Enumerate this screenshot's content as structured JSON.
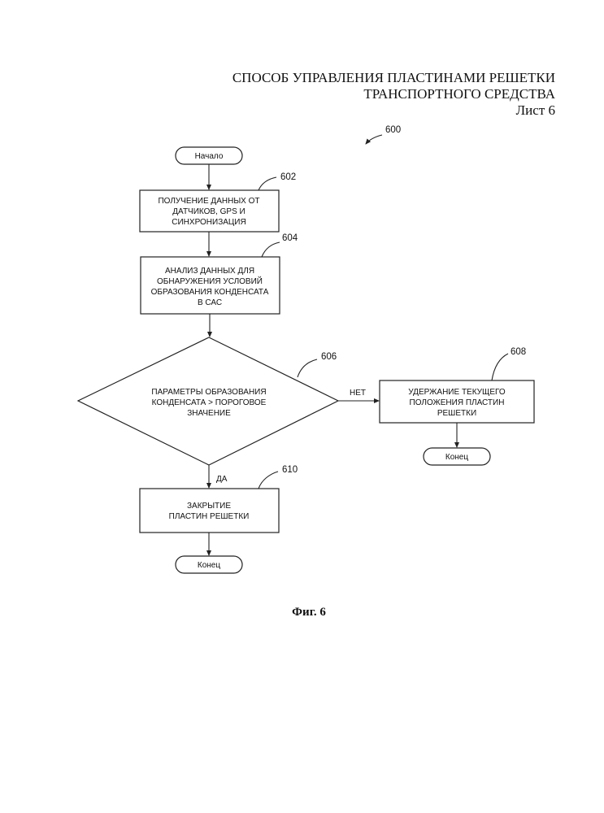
{
  "header": {
    "title_line1": "СПОСОБ УПРАВЛЕНИЯ ПЛАСТИНАМИ  РЕШЕТКИ",
    "title_line2": "ТРАНСПОРТНОГО СРЕДСТВА",
    "sheet": "Лист 6"
  },
  "figure_ref": "600",
  "nodes": {
    "start": {
      "label": "Начало"
    },
    "step602": {
      "ref": "602",
      "lines": [
        "ПОЛУЧЕНИЕ ДАННЫХ ОТ",
        "ДАТЧИКОВ, GPS И",
        "СИНХРОНИЗАЦИЯ"
      ]
    },
    "step604": {
      "ref": "604",
      "lines": [
        "АНАЛИЗ ДАННЫХ ДЛЯ",
        "ОБНАРУЖЕНИЯ УСЛОВИЙ",
        "ОБРАЗОВАНИЯ КОНДЕНСАТА",
        "В САС"
      ]
    },
    "decision606": {
      "ref": "606",
      "lines": [
        "ПАРАМЕТРЫ ОБРАЗОВАНИЯ",
        "КОНДЕНСАТА > ПОРОГОВОЕ",
        "ЗНАЧЕНИЕ"
      ]
    },
    "step608": {
      "ref": "608",
      "lines": [
        "УДЕРЖАНИЕ ТЕКУЩЕГО",
        "ПОЛОЖЕНИЯ ПЛАСТИН",
        "РЕШЕТКИ"
      ]
    },
    "end608": {
      "label": "Конец"
    },
    "step610": {
      "ref": "610",
      "lines": [
        "ЗАКРЫТИЕ",
        "ПЛАСТИН   РЕШЕТКИ"
      ]
    },
    "end610": {
      "label": "Конец"
    }
  },
  "branches": {
    "no": "НЕТ",
    "yes": "ДА"
  },
  "caption": "Фиг. 6"
}
